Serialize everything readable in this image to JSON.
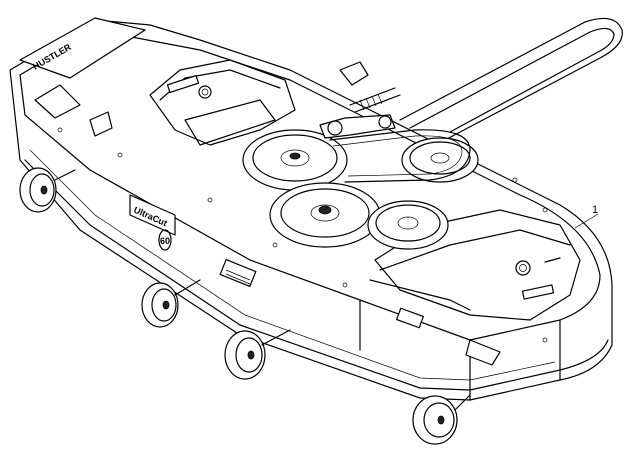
{
  "callouts": [
    {
      "label": "1"
    }
  ],
  "brand": {
    "deck_text": "UltraCut",
    "deck_size": "60",
    "logo": "HUSTLER"
  }
}
